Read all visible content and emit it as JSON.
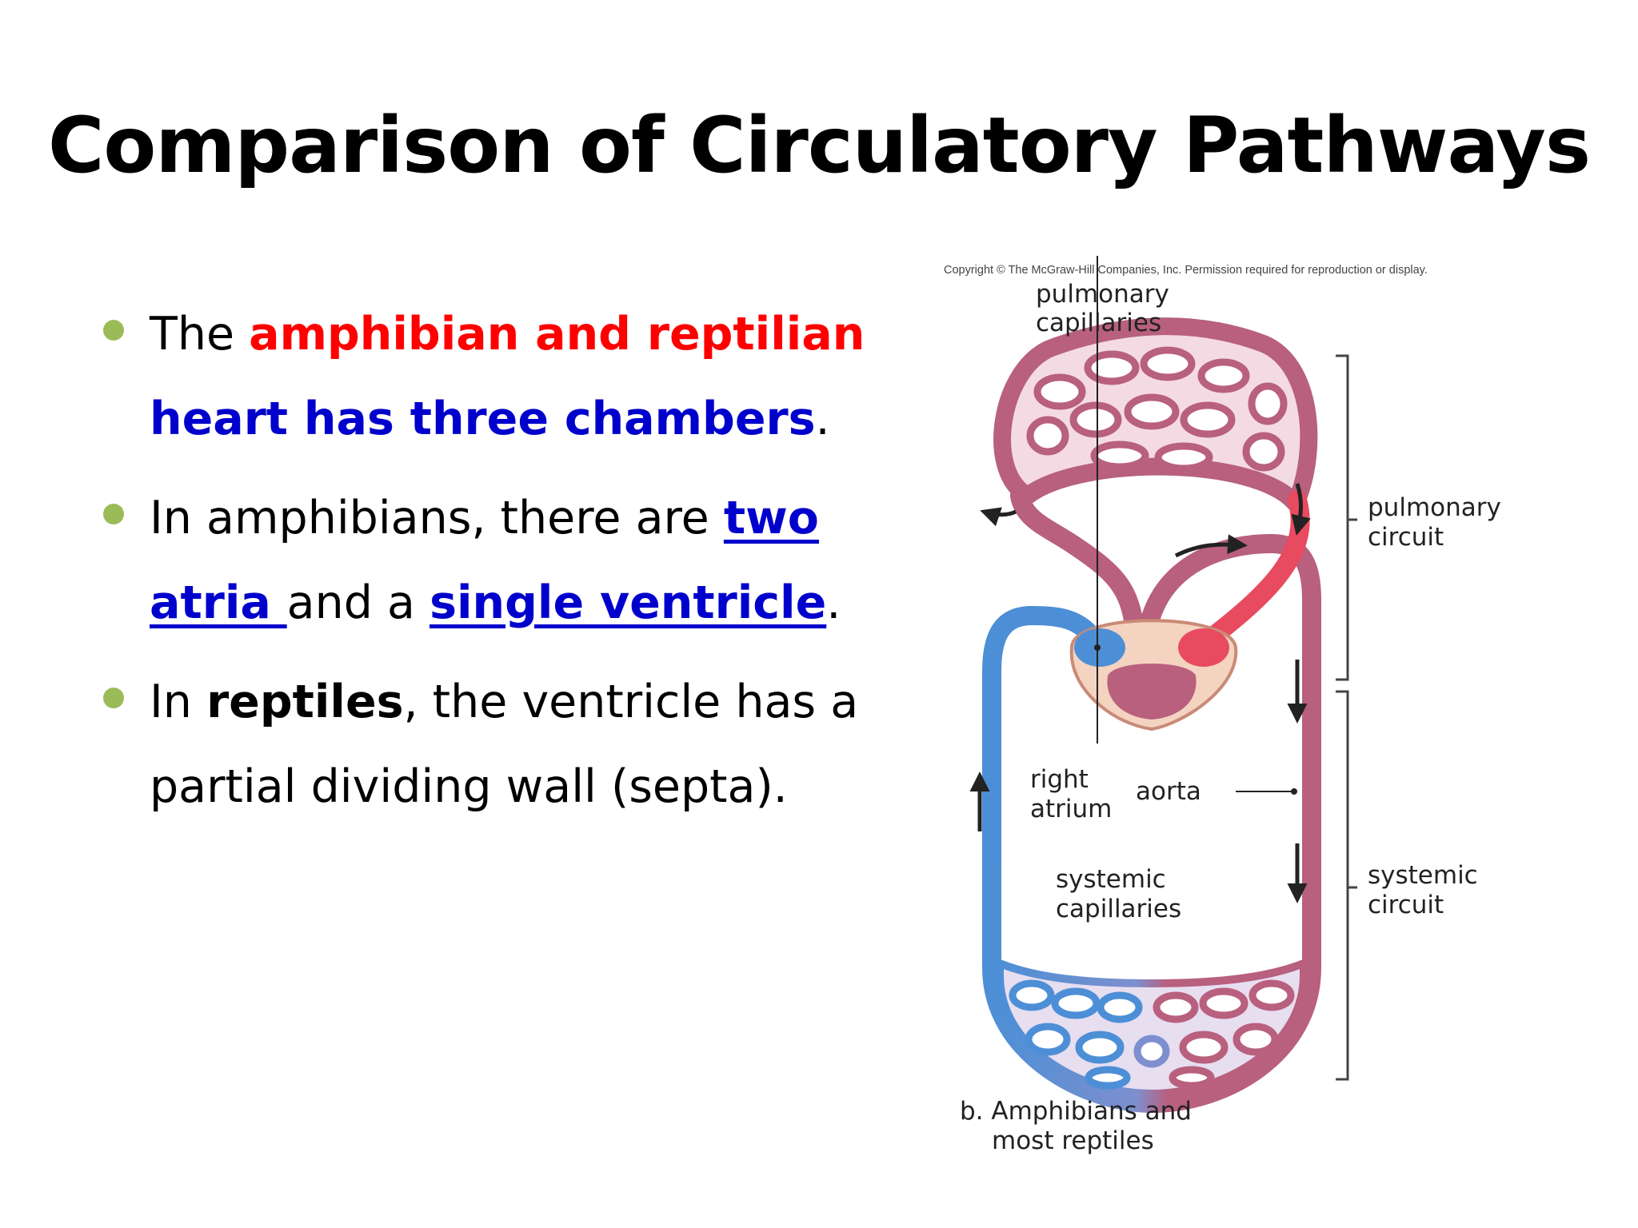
{
  "title": "Comparison of Circulatory Pathways",
  "bullets": [
    {
      "t1": "The ",
      "red": "amphibian and reptilian",
      "t2": " ",
      "blue": "heart has three chambers",
      "t3": "."
    },
    {
      "t1": "In amphibians, there are ",
      "link1": "two atria ",
      "t2": "and a ",
      "link2": "single ventricle",
      "t3": "."
    },
    {
      "t1": "In ",
      "bold": "reptiles",
      "t2": ", the ventricle has a partial dividing wall (septa)."
    }
  ],
  "figure": {
    "copyright": "Copyright © The McGraw-Hill Companies, Inc. Permission required for reproduction or display.",
    "pulmonary_capillaries": [
      "pulmonary",
      "capillaries"
    ],
    "pulmonary_circuit": [
      "pulmonary",
      "circuit"
    ],
    "right_atrium": [
      "right",
      "atrium"
    ],
    "aorta": "aorta",
    "systemic_capillaries": [
      "systemic",
      "capillaries"
    ],
    "systemic_circuit": [
      "systemic",
      "circuit"
    ],
    "caption": [
      "b. Amphibians and",
      "most reptiles"
    ],
    "colors": {
      "oxygen_poor": "#4d8fd6",
      "oxygen_rich": "#e84a5f",
      "mixed": "#b8607e",
      "capillary_fill": "#f4dbe3",
      "capillary_fill_blue": "#d7e7f7",
      "heart_base": "#f4d3c0"
    }
  }
}
